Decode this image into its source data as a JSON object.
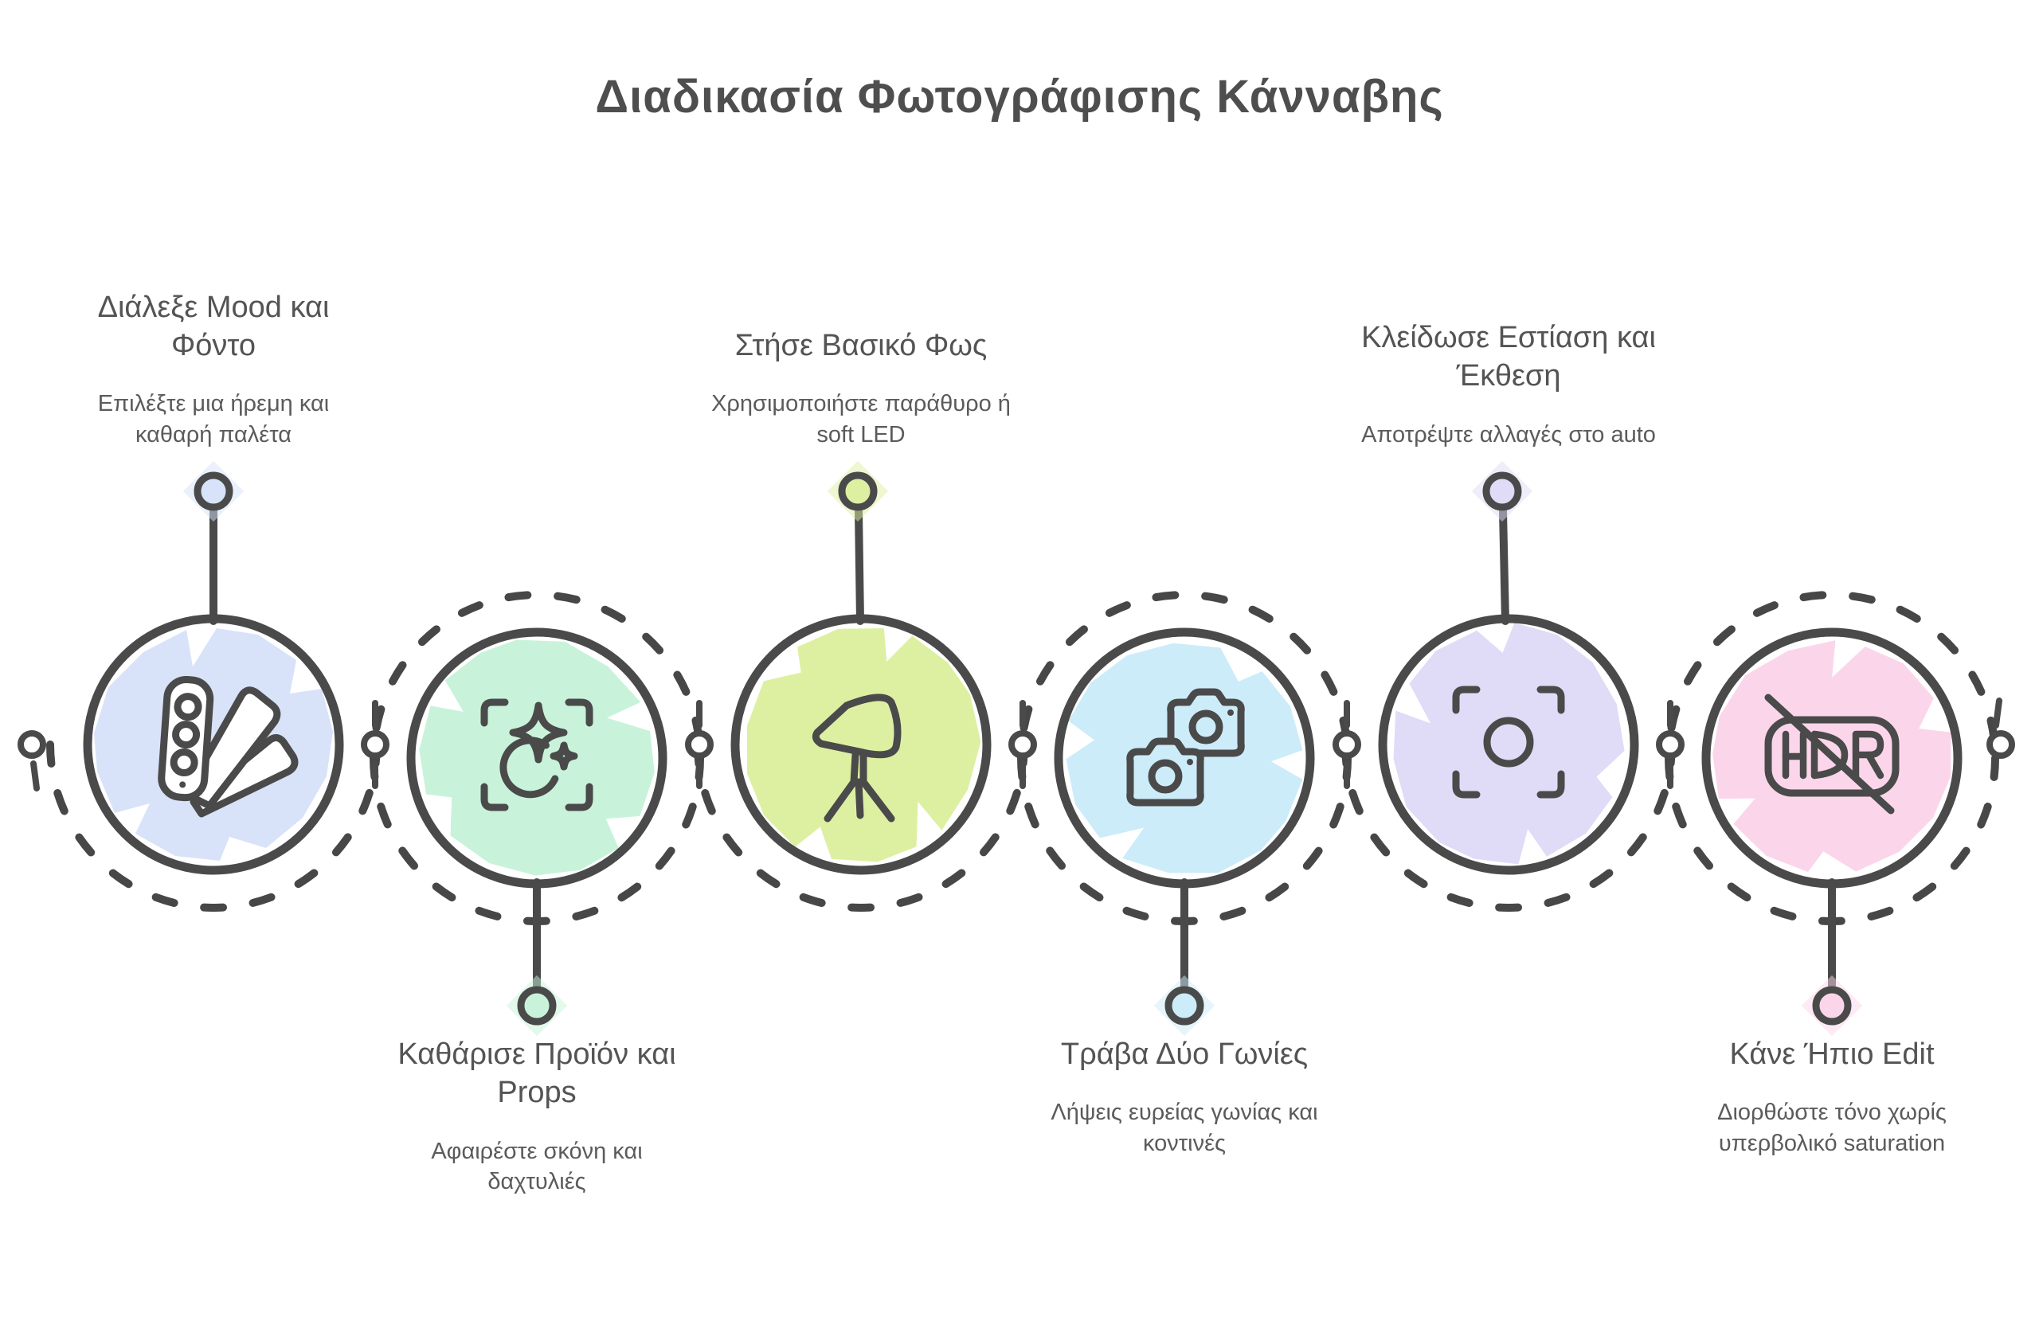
{
  "title": "Διαδικασία Φωτογράφισης Κάνναβης",
  "stroke_color": "#4a4a4a",
  "steps": [
    {
      "title": "Διάλεξε Mood και\nΦόντο",
      "subtitle": "Επιλέξτε μια ήρεμη και\nκαθαρή παλέτα",
      "color": "#d8e3fa",
      "icon": "color-swatches-icon",
      "text_position": "top"
    },
    {
      "title": "Καθάρισε Προϊόν και\nProps",
      "subtitle": "Αφαιρέστε σκόνη και\nδαχτυλιές",
      "color": "#c8f3da",
      "icon": "sparkle-clean-icon",
      "text_position": "bottom"
    },
    {
      "title": "Στήσε Βασικό Φως",
      "subtitle": "Χρησιμοποιήστε παράθυρο ή\nsoft LED",
      "color": "#ddf0a2",
      "icon": "studio-light-icon",
      "text_position": "top"
    },
    {
      "title": "Τράβα Δύο Γωνίες",
      "subtitle": "Λήψεις ευρείας γωνίας και\nκοντινές",
      "color": "#cdecf9",
      "icon": "two-cameras-icon",
      "text_position": "bottom"
    },
    {
      "title": "Κλείδωσε Εστίαση και\nΈκθεση",
      "subtitle": "Αποτρέψτε αλλαγές στο auto",
      "color": "#e0dbf6",
      "icon": "focus-lock-icon",
      "text_position": "top"
    },
    {
      "title": "Κάνε Ήπιο Edit",
      "subtitle": "Διορθώστε τόνο χωρίς\nυπερβολικό saturation",
      "color": "#fbd6ea",
      "icon": "no-hdr-icon",
      "text_position": "bottom"
    }
  ]
}
